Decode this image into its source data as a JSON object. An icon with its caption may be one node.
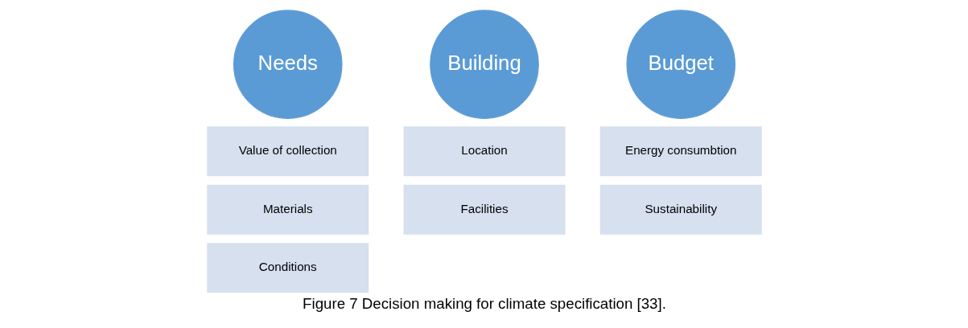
{
  "diagram": {
    "caption": "Figure 7 Decision making for climate specification [33].",
    "nodes": [
      {
        "text": [
          "Needs"
        ]
      },
      {
        "text": [
          "Value of collection"
        ]
      },
      {
        "text": [
          "Materials"
        ]
      },
      {
        "text": [
          "Conditions"
        ]
      },
      {
        "text": [
          "Building"
        ]
      },
      {
        "text": [
          "Location"
        ]
      },
      {
        "text": [
          "Facilities"
        ]
      },
      {
        "text": [
          "Budget"
        ]
      },
      {
        "text": [
          "Energy consumbtion"
        ]
      },
      {
        "text": [
          "Sustainability"
        ]
      }
    ],
    "edges": []
  }
}
